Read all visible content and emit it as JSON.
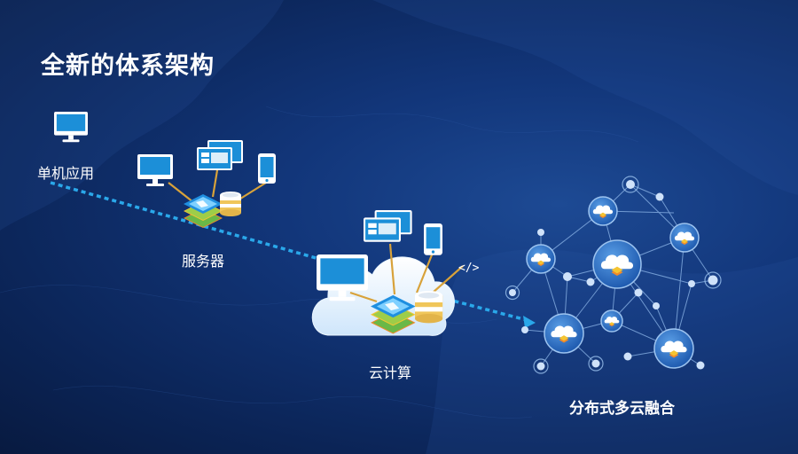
{
  "title": "全新的体系架构",
  "stages": {
    "standalone": "单机应用",
    "server": "服务器",
    "cloud": "云计算",
    "multicloud": "分布式多云融合"
  },
  "icons": {
    "code": "</>"
  },
  "colors": {
    "background": "#12367a",
    "accent": "#2aa8ea",
    "icon_blue": "#1c8fd8",
    "connector_gold": "#d8a23a"
  }
}
